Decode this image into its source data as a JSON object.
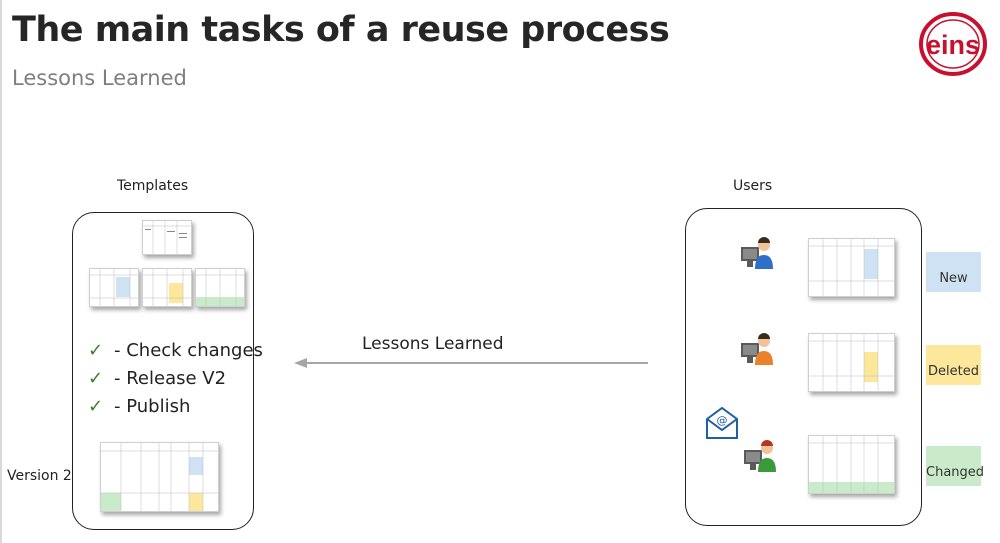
{
  "slide": {
    "title": "The main tasks of a reuse process",
    "subtitle": "Lessons Learned"
  },
  "logo": {
    "text": "eins",
    "color": "#c8102e"
  },
  "templates": {
    "caption": "Templates",
    "checklist": [
      "- Check changes",
      "- Release V2",
      "- Publish"
    ],
    "version_label": "Version 2"
  },
  "flow": {
    "arrow_label": "Lessons Learned"
  },
  "users": {
    "caption": "Users",
    "legend": [
      {
        "label": "New",
        "color": "#cfe2f3"
      },
      {
        "label": "Deleted",
        "color": "#fde79a"
      },
      {
        "label": "Changed",
        "color": "#c9ebc9"
      }
    ]
  },
  "icons": [
    "check-icon",
    "user-computer-icon",
    "email-icon",
    "arrow-left-icon"
  ]
}
